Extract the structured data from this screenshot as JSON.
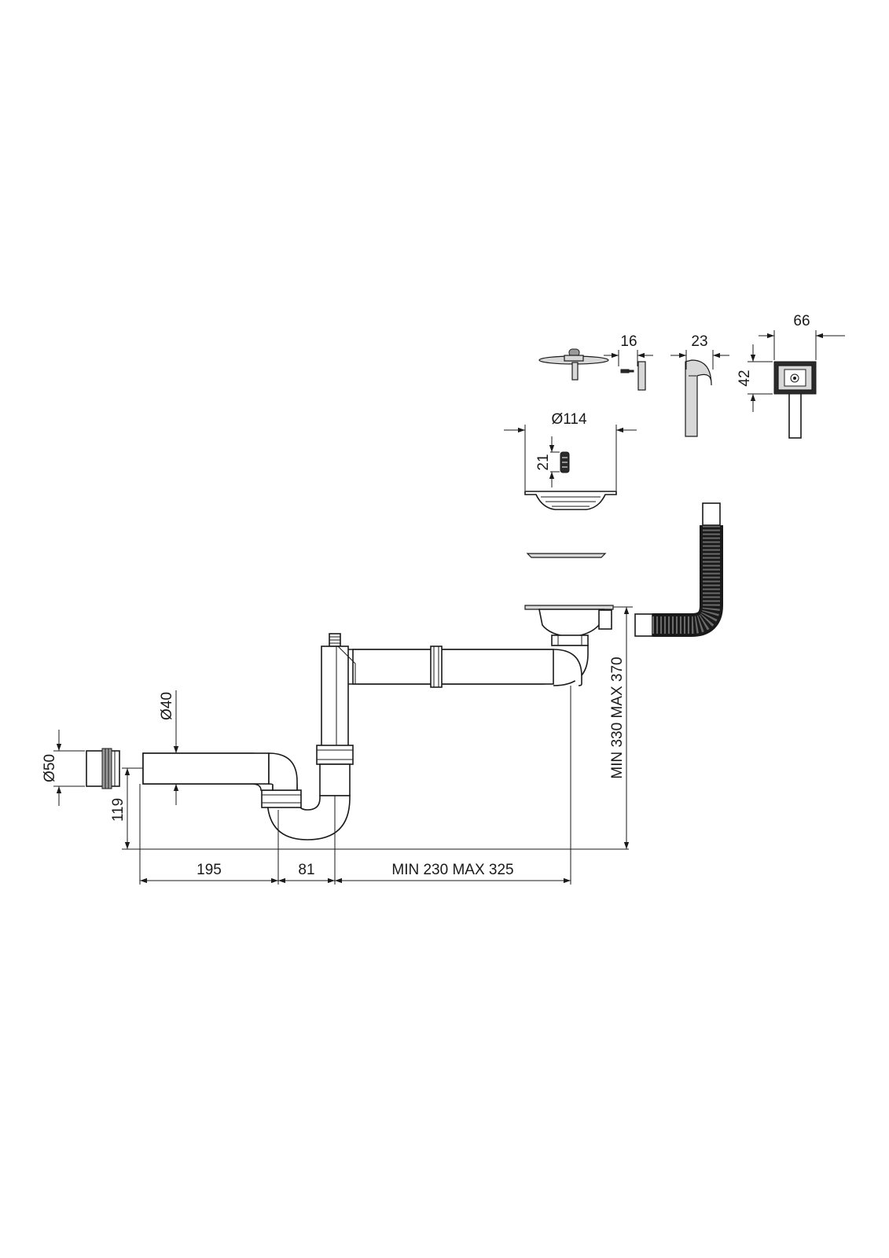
{
  "dimensions": {
    "d66": "66",
    "d16": "16",
    "d23": "23",
    "d42": "42",
    "d114": "Ø114",
    "d21": "21",
    "d40": "Ø40",
    "d50": "Ø50",
    "d119": "119",
    "d195": "195",
    "d81": "81",
    "d_horizontal_range": "MIN 230 MAX 325",
    "d_vertical_range": "MIN 330 MAX 370"
  },
  "colors": {
    "line": "#1a1a1a",
    "fill_dark": "#2b2b2b",
    "fill_gray": "#9a9a9a",
    "background": "#ffffff"
  }
}
